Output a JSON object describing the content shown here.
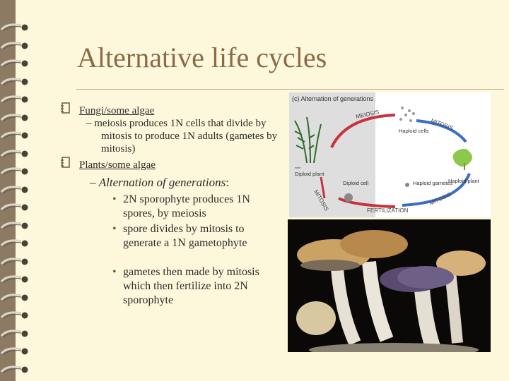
{
  "slide": {
    "title": "Alternative life cycles",
    "bullets": [
      {
        "label": "Fungi/some algae",
        "sub": "– meiosis produces 1N cells that divide by mitosis to produce 1N adults (gametes by mitosis)"
      },
      {
        "label": "Plants/some algae",
        "sub_prefix": "– ",
        "sub_italic": "Alternation of generations",
        "sub_suffix": ":",
        "points": [
          "2N sporophyte produces 1N spores, by meiosis",
          "spore divides by mitosis to generate a 1N gametophyte",
          "gametes then made by mitosis which then fertilize into 2N sporophyte"
        ]
      }
    ]
  },
  "diagram": {
    "title": "(c) Alternation of generations",
    "labels": {
      "meiosis": "MEIOSIS",
      "mitosis_top": "MITOSIS",
      "haploid_cells": "Haploid cells",
      "diploid_plant": "Diploid plant",
      "diploid_cell": "Diploid cell",
      "haploid_gametes": "Haploid gametes",
      "haploid_plant": "Haploid plant",
      "mitosis_left": "MITOSIS",
      "mitosis_bottom": "MITOSIS",
      "fertilization": "FERTILIZATION"
    }
  },
  "icons": {
    "bullet": "notebook-bullet-icon",
    "ring": "spiral-binding-ring-icon"
  },
  "colors": {
    "title": "#8a6b46",
    "page": "#fdf8dc",
    "frame": "#8c7a63",
    "arrow": "#c8323c"
  }
}
